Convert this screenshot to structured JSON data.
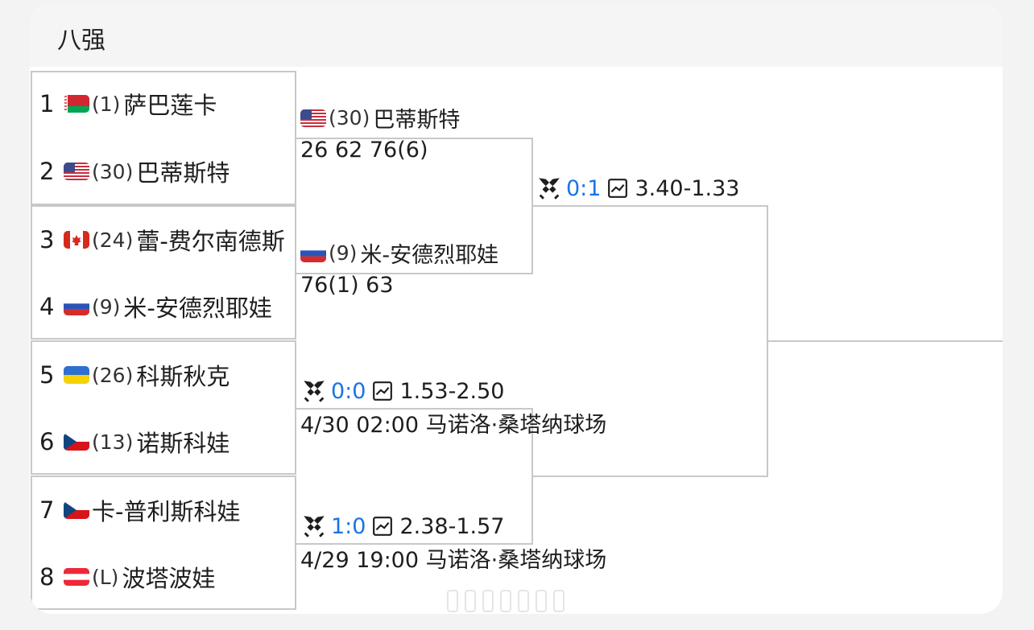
{
  "header": {
    "title": "八强"
  },
  "round1": [
    {
      "num": "1",
      "flag": "belarus-flag",
      "seed": "(1)",
      "name": "萨巴莲卡"
    },
    {
      "num": "2",
      "flag": "usa-flag",
      "seed": "(30)",
      "name": "巴蒂斯特"
    },
    {
      "num": "3",
      "flag": "canada-flag",
      "seed": "(24)",
      "name": "蕾-费尔南德斯"
    },
    {
      "num": "4",
      "flag": "russia-flag",
      "seed": "(9)",
      "name": "米-安德烈耶娃"
    },
    {
      "num": "5",
      "flag": "ukraine-flag",
      "seed": "(26)",
      "name": "科斯秋克"
    },
    {
      "num": "6",
      "flag": "czech-flag",
      "seed": "(13)",
      "name": "诺斯科娃"
    },
    {
      "num": "7",
      "flag": "czech-flag",
      "seed": "",
      "name": "卡-普利斯科娃"
    },
    {
      "num": "8",
      "flag": "austria-flag",
      "seed": "(L)",
      "name": "波塔波娃"
    }
  ],
  "qf": {
    "match1": {
      "flag": "usa-flag",
      "seed": "(30)",
      "name": "巴蒂斯特",
      "score": "26 62 76(6)"
    },
    "match2": {
      "flag": "russia-flag",
      "seed": "(9)",
      "name": "米-安德烈耶娃",
      "score": "76(1) 63"
    },
    "match3": {
      "h2h": "0:0",
      "odds": "1.53-2.50",
      "schedule": "4/30 02:00 马诺洛·桑塔纳球场"
    },
    "match4": {
      "h2h": "1:0",
      "odds": "2.38-1.57",
      "schedule": "4/29 19:00 马诺洛·桑塔纳球场"
    }
  },
  "sf": {
    "match1": {
      "h2h": "0:1",
      "odds": "3.40-1.33"
    }
  },
  "colors": {
    "h2h_blue": "#1a73e8",
    "line_gray": "#c8c8c8"
  }
}
